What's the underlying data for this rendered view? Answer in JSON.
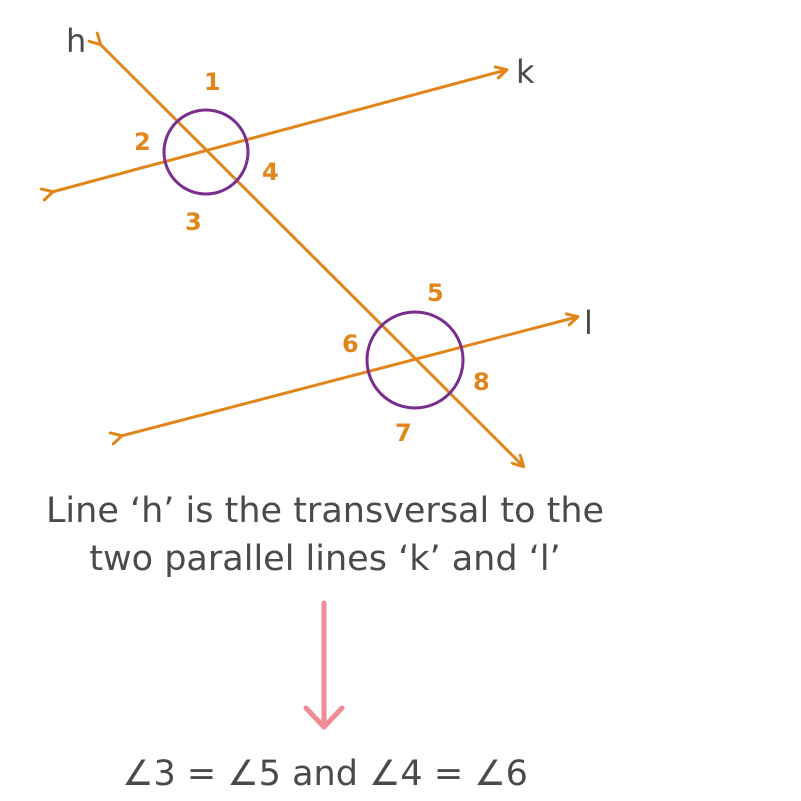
{
  "colors": {
    "lines": "#E0861A",
    "circles": "#7B2D8E",
    "arrow": "#F08C96",
    "line_names": "#4a4a4a",
    "text": "#4a4a4a"
  },
  "lines": {
    "h": "h",
    "k": "k",
    "l": "l"
  },
  "angles": {
    "a1": "1",
    "a2": "2",
    "a3": "3",
    "a4": "4",
    "a5": "5",
    "a6": "6",
    "a7": "7",
    "a8": "8"
  },
  "caption": {
    "line1": "Line ‘h’ is the transversal to the",
    "line2": "two parallel lines ‘k’ and ‘l’"
  },
  "result": "∠3 = ∠5 and  ∠4 = ∠6"
}
